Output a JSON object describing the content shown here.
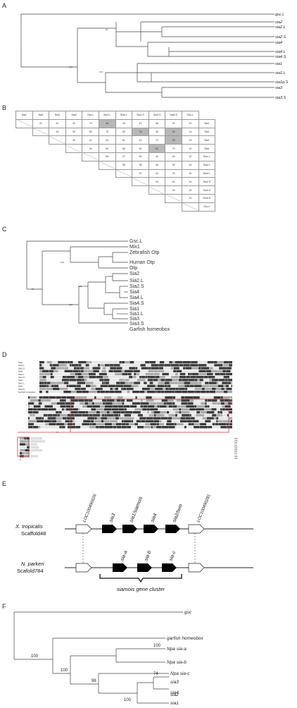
{
  "panels": {
    "a": "A",
    "b": "B",
    "c": "C",
    "d": "D",
    "e": "E",
    "f": "F"
  },
  "tree_a": {
    "leaves": [
      "gsc.L",
      "sia2",
      "sia2.L",
      "sia2.S",
      "sia4",
      "sia4.L",
      "sia4.S",
      "sia1",
      "sia1.L",
      "sia1p.S",
      "sia3",
      "sia3.S"
    ],
    "bootstrap": [
      "100",
      "90",
      "100"
    ]
  },
  "matrix": {
    "headers": [
      "Sia1",
      "Sia2",
      "Sia3",
      "Sia4",
      "Gsc.L",
      "Sia1.L",
      "Sia2.L",
      "Sia2.S",
      "Sia3.S",
      "Sia4.S",
      "Gsc.L"
    ],
    "row_labels": [
      "Sia1",
      "Sia2",
      "Sia3",
      "Sia4",
      "Sia1.L",
      "Sia2.L",
      "Sia4.L",
      "Sia2.S",
      "Sia3.S",
      "Sia4.S",
      "Gsc.L"
    ],
    "rows": [
      [
        "47",
        "41",
        "42",
        "74",
        "46",
        "43",
        "47",
        "38",
        "41",
        "13"
      ],
      [
        "44",
        "52",
        "55",
        "70",
        "60",
        "78",
        "40",
        "54",
        "14"
      ],
      [
        "40",
        "41",
        "43",
        "61",
        "42",
        "72",
        "39",
        "14"
      ],
      [
        "44",
        "52",
        "65",
        "52",
        "51",
        "70",
        "13"
      ],
      [
        "55",
        "47",
        "50",
        "41",
        "43",
        "12"
      ],
      [
        "58",
        "98",
        "45",
        "53",
        "14"
      ],
      [
        "57",
        "41",
        "76",
        "15"
      ],
      [
        "44",
        "51",
        "14"
      ],
      [
        "39",
        "15"
      ],
      [
        "14"
      ],
      []
    ],
    "shaded": [
      [
        0,
        4
      ],
      [
        1,
        5
      ],
      [
        1,
        7
      ],
      [
        2,
        6
      ],
      [
        3,
        4
      ],
      [
        5,
        6
      ],
      [
        6,
        8
      ]
    ]
  },
  "tree_c": {
    "leaves": [
      "Gsc.L",
      "Mix1",
      "Zebrafish Otp",
      "Human Otp",
      "Otp",
      "Sia2",
      "Sia2.L",
      "Sia2.S",
      "Sia4",
      "Sia4.L",
      "Sia4.S",
      "Sia1",
      "Sia1.L",
      "Sia3",
      "Sia3.S",
      "Garfish homeobox"
    ],
    "bootstrap": [
      "96",
      "100",
      "100",
      "100"
    ]
  },
  "alignment": {
    "names": [
      "Sia2",
      "Sia2.L",
      "Sia2.S",
      "Sia4",
      "Sia4.L",
      "Sia4.S",
      "Sia1",
      "Sia1.L",
      "Sia3",
      "Sia3.S",
      "Garfish homeobox"
    ],
    "block_positions": [
      "61",
      "67",
      "78"
    ],
    "block_ends": [
      "295",
      "245",
      "287",
      "287",
      "280",
      "284",
      "287",
      "247",
      "249",
      "200"
    ]
  },
  "synteny": {
    "species1": "X. tropicalis",
    "scaffold1": "Scaffold48",
    "species2": "N. parkeri",
    "scaffold2": "Scafold784",
    "left_flank": "LOC100490626",
    "right_flank": "LOC100490281",
    "genes1": [
      "sia3",
      "sia1/siamois",
      "sia4",
      "sia2/twin"
    ],
    "genes2": [
      "sia-a",
      "sia-b",
      "sia-c"
    ],
    "cluster_label": "siamois gene cluster"
  },
  "tree_f": {
    "leaves": [
      "gsc",
      "garfish homeobox",
      "Npa sia-a",
      "Npa sia-b",
      "Npa sia-c",
      "sia3",
      "sia4",
      "sia2",
      "sia1"
    ],
    "bootstrap": [
      "100",
      "100",
      "100",
      "98",
      "100",
      "74"
    ]
  },
  "colors": {
    "line": "#444444",
    "shade": "#b8b8b8",
    "highlight_box": "#d23a3a",
    "gene_fill": "#000000"
  }
}
